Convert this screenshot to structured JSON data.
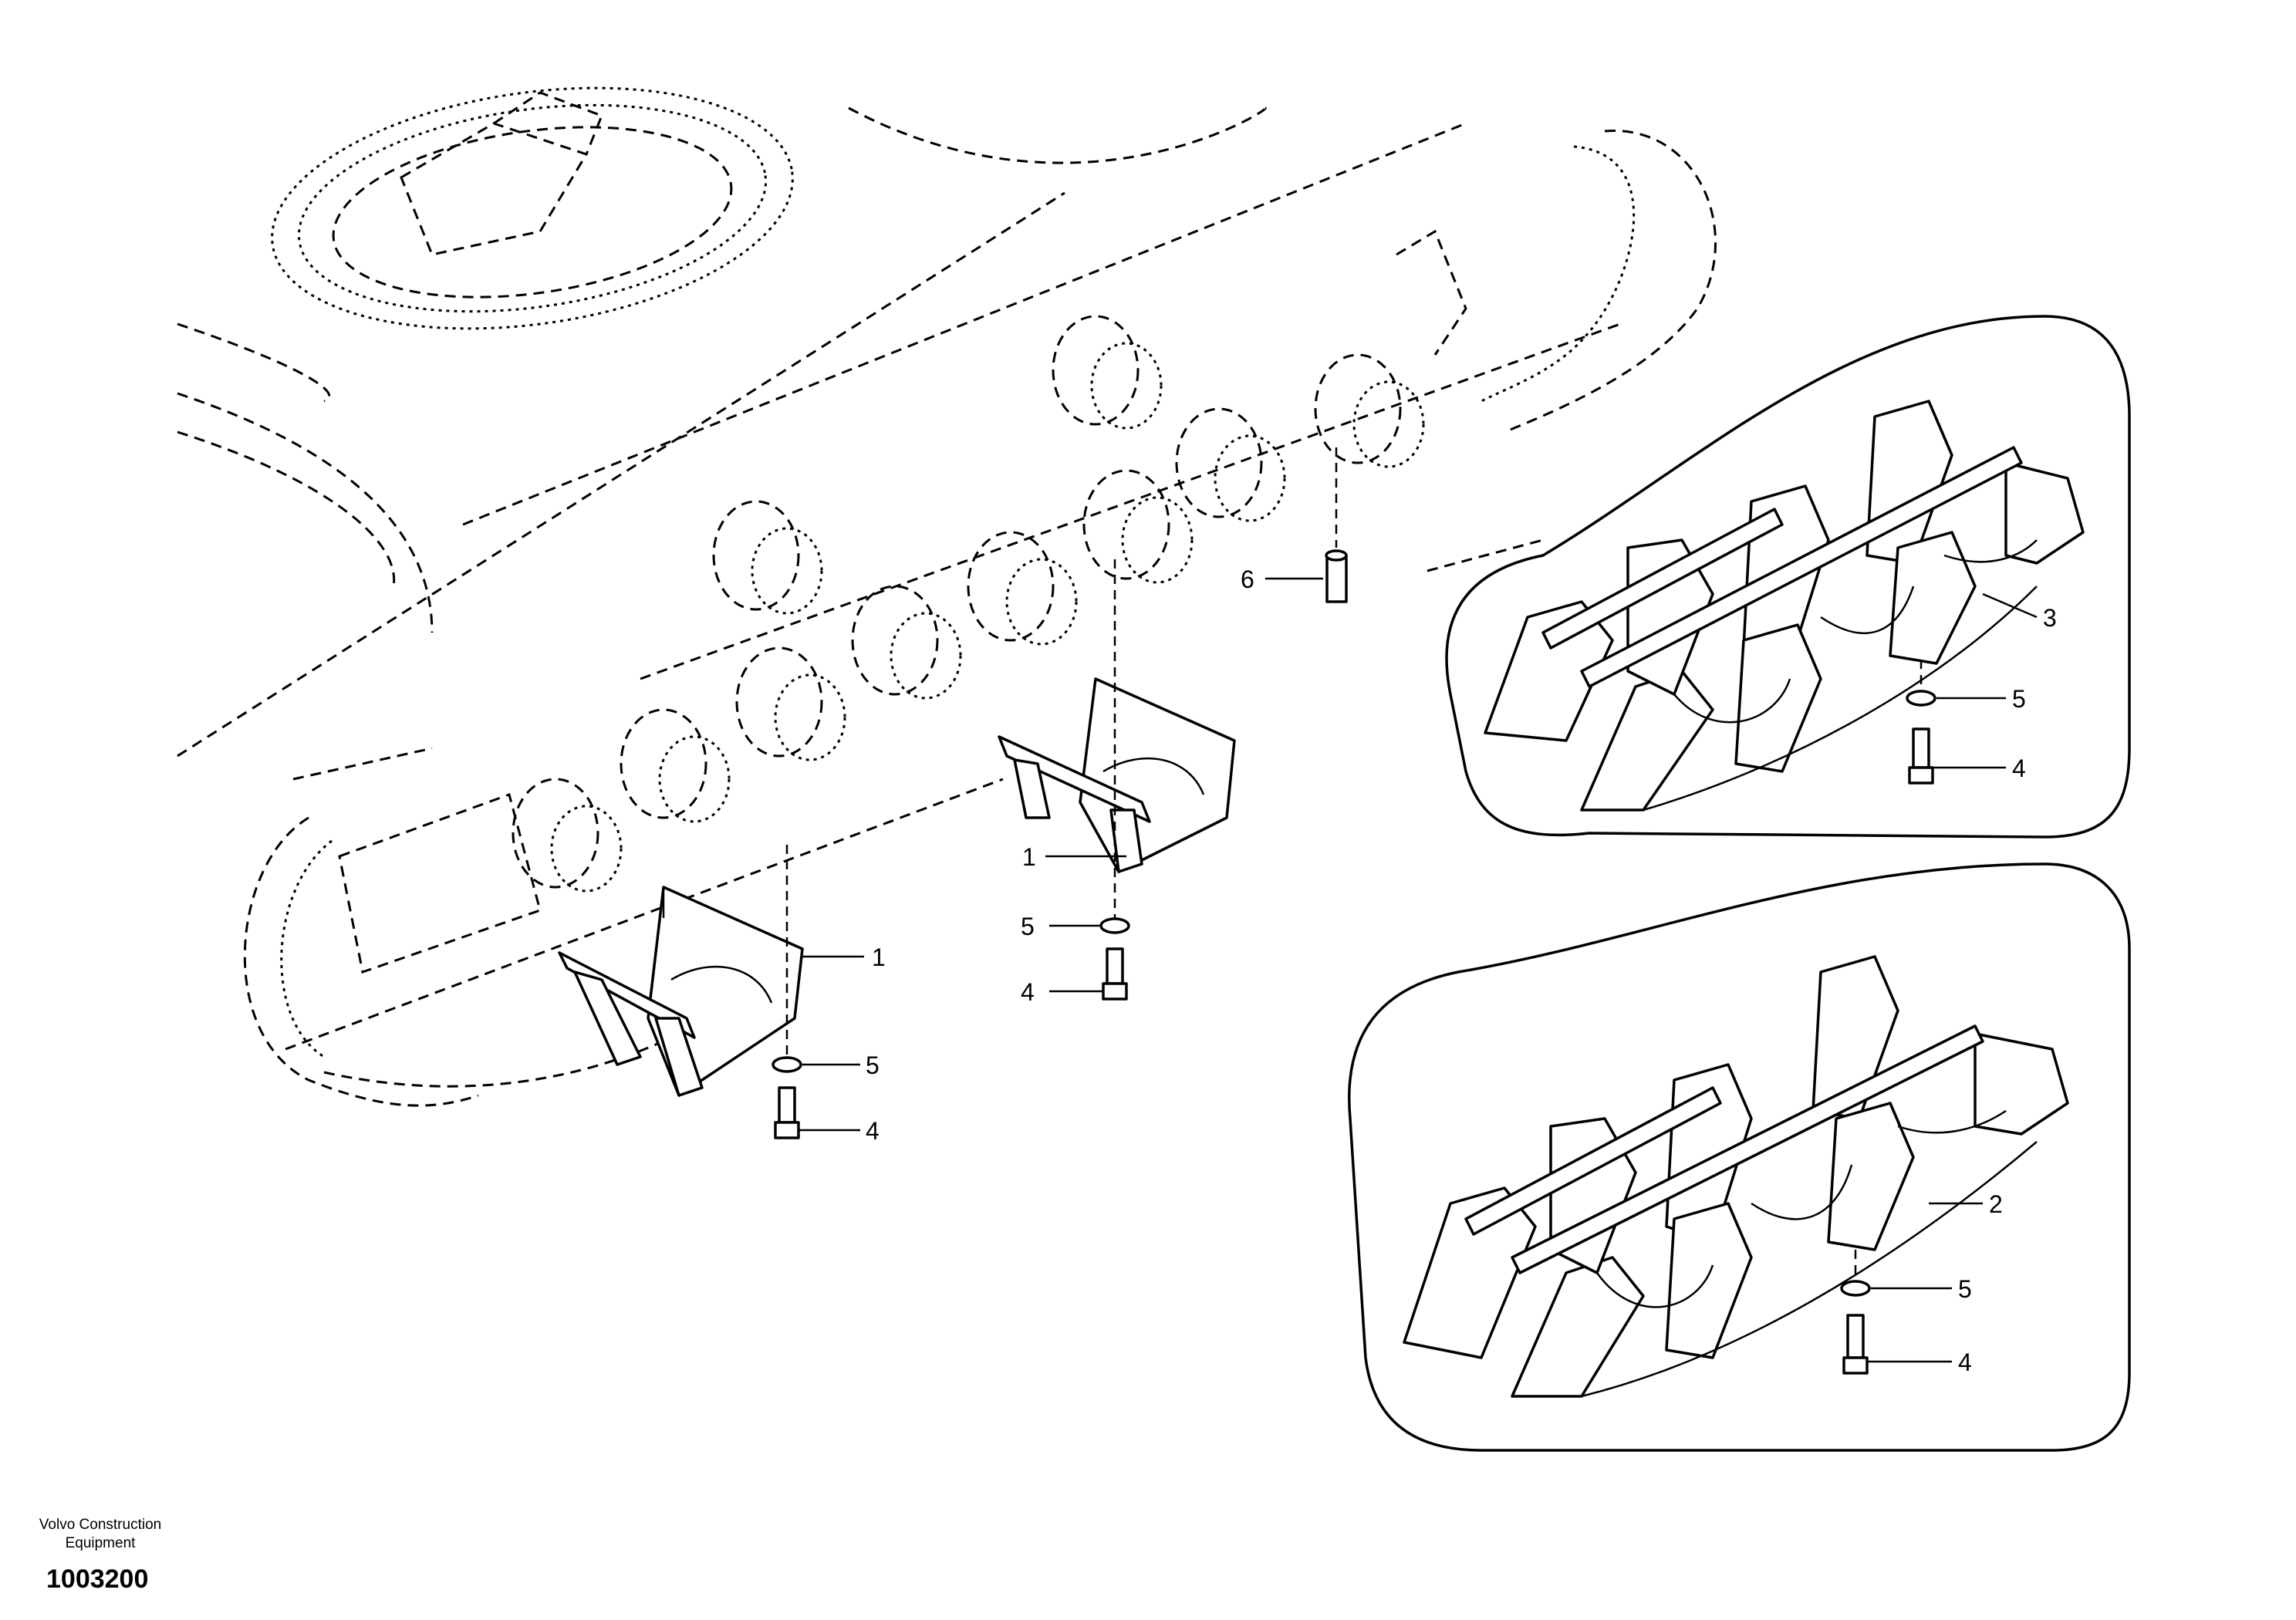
{
  "callouts": {
    "c1a": "1",
    "c1b": "1",
    "c2": "2",
    "c3": "3",
    "c4a": "4",
    "c4b": "4",
    "c4c": "4",
    "c4d": "4",
    "c5a": "5",
    "c5b": "5",
    "c5c": "5",
    "c5d": "5",
    "c6": "6"
  },
  "footer": {
    "brand_line1": "Volvo Construction",
    "brand_line2": "Equipment",
    "drawing_number": "1003200"
  }
}
